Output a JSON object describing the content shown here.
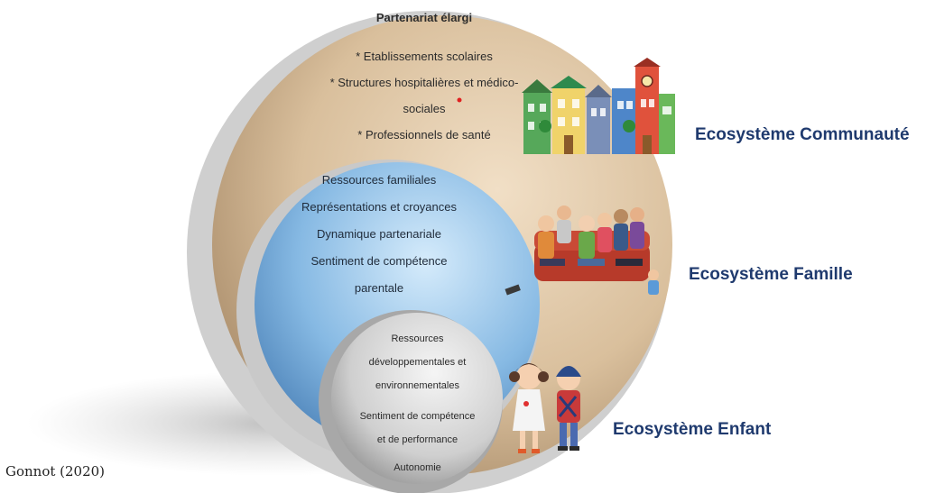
{
  "outer_circle": {
    "title": "Partenariat élargi",
    "items": [
      "* Etablissements scolaires",
      "* Structures hospitalières et médico-",
      "sociales",
      "* Professionnels de santé"
    ]
  },
  "middle_circle": {
    "items": [
      "Ressources familiales",
      "Représentations et croyances",
      "Dynamique partenariale",
      "Sentiment de compétence",
      "parentale"
    ]
  },
  "inner_circle": {
    "items": [
      "Ressources",
      "développementales et",
      "environnementales",
      "Sentiment de compétence",
      "et de performance",
      "Autonomie"
    ]
  },
  "ecosystems": {
    "community": "Ecosystème Communauté",
    "family": "Ecosystème Famille",
    "child": "Ecosystème Enfant"
  },
  "citation": "Gonnot (2020)",
  "colors": {
    "outer": "#d9bf9c",
    "middle": "#7fb4e2",
    "inner": "#c8c8c8",
    "label": "#1f3a6e"
  }
}
